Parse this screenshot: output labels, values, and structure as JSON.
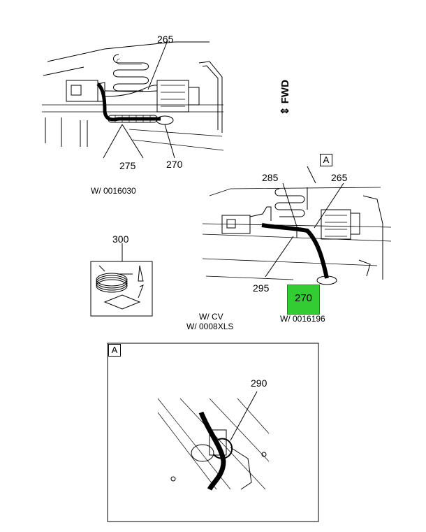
{
  "callouts": {
    "top_265": "265",
    "top_275": "275",
    "top_270": "270",
    "right_285": "285",
    "right_265": "265",
    "right_295": "295",
    "right_270": "270",
    "kit_300": "300",
    "detail_290": "290"
  },
  "captions": {
    "top": "W/ 0016030",
    "right": "W/ 0016196",
    "middle_line1": "W/ CV",
    "middle_line2": "W/ 0008XLS"
  },
  "direction": {
    "label": "FWD",
    "arrow_icon": "double-arrow-icon"
  },
  "detail_ref": {
    "view": "A",
    "detail": "A"
  },
  "highlight_color": "#33cc33"
}
